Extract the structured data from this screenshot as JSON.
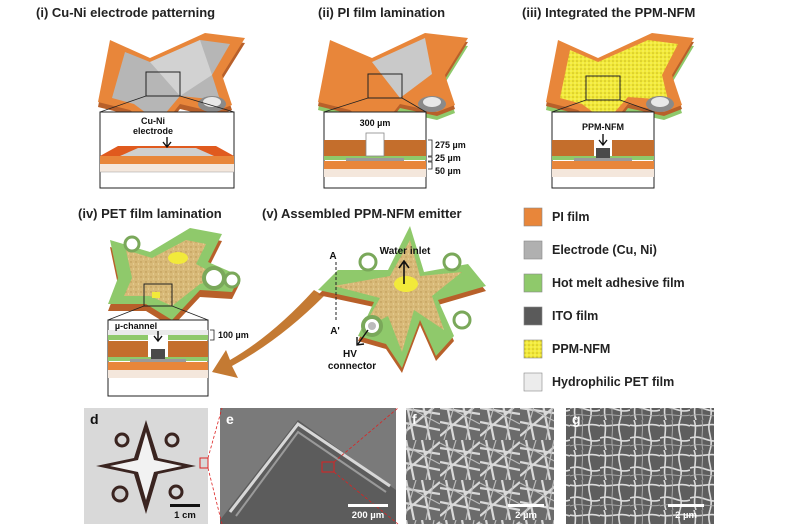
{
  "panels": {
    "i_title": "(i) Cu-Ni electrode patterning",
    "ii_title": "(ii) PI film lamination",
    "iii_title": "(iii) Integrated the PPM-NFM",
    "iv_title": "(iv) PET film lamination",
    "v_title": "(v) Assembled PPM-NFM emitter"
  },
  "annotations": {
    "cu_ni_line1": "Cu-Ni",
    "cu_ni_line2": "electrode",
    "width_300": "300 µm",
    "thick_275": "275 µm",
    "thick_25": "25 µm",
    "thick_50": "50 µm",
    "ppm_nfm": "PPM-NFM",
    "mu_channel": "µ-channel",
    "thick_100": "100 µm",
    "water_inlet": "Water inlet",
    "hv_line1": "HV",
    "hv_line2": "connector",
    "section_a": "A",
    "section_a_prime": "A'"
  },
  "legend": [
    {
      "label": "PI film",
      "color": "#e8863a",
      "pattern": "solid"
    },
    {
      "label": "Electrode (Cu, Ni)",
      "color": "#b0b0b0",
      "pattern": "solid"
    },
    {
      "label": "Hot melt adhesive film",
      "color": "#8fc96b",
      "pattern": "solid"
    },
    {
      "label": "ITO film",
      "color": "#5a5a5a",
      "pattern": "solid"
    },
    {
      "label": "PPM-NFM",
      "color": "#f2ea3a",
      "pattern": "dotted"
    },
    {
      "label": "Hydrophilic PET film",
      "color": "#ececec",
      "pattern": "solid"
    }
  ],
  "photos": {
    "d_label": "d",
    "d_scale": "1 cm",
    "e_label": "e",
    "e_scale": "200 µm",
    "f_label": "f",
    "f_scale": "2 µm",
    "g_label": "g",
    "g_scale": "2 µm"
  },
  "colors": {
    "pi": "#e8863a",
    "pi_dark": "#b8602a",
    "electrode": "#b0b0b0",
    "adhesive": "#8fc96b",
    "ito": "#5a5a5a",
    "ppm": "#f2ea3a",
    "pet": "#ececec",
    "arrow": "#c47a33"
  }
}
